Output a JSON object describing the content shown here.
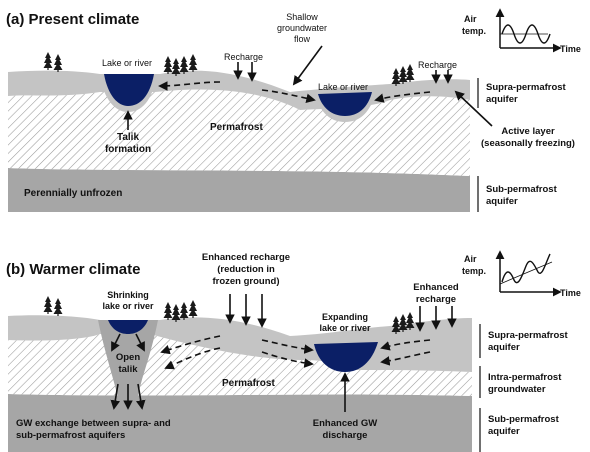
{
  "panel_a": {
    "title": "(a) Present climate",
    "lake_label": "Lake or river",
    "lake2_label": "Lake or river",
    "recharge_1": "Recharge",
    "recharge_2": "Recharge",
    "shallow_flow": [
      "Shallow",
      "groundwater",
      "flow"
    ],
    "talik": [
      "Talik",
      "formation"
    ],
    "permafrost": "Permafrost",
    "perennially_unfrozen": "Perennially unfrozen",
    "active_layer": [
      "Active layer",
      "(seasonally freezing)"
    ],
    "supra_aquifer": [
      "Supra-permafrost",
      "aquifer"
    ],
    "sub_aquifer": [
      "Sub-permafrost",
      "aquifer"
    ],
    "inset": {
      "ylabel": [
        "Air",
        "temp."
      ],
      "xlabel": "Time"
    }
  },
  "panel_b": {
    "title": "(b) Warmer climate",
    "shrinking_lake": [
      "Shrinking",
      "lake or river"
    ],
    "enhanced_recharge_center": [
      "Enhanced recharge",
      "(reduction in",
      "frozen ground)"
    ],
    "expanding_lake": [
      "Expanding",
      "lake or river"
    ],
    "enhanced_recharge_right": [
      "Enhanced",
      "recharge"
    ],
    "open_talik": [
      "Open",
      "talik"
    ],
    "permafrost": "Permafrost",
    "gw_exchange": [
      "GW exchange between supra- and",
      "sub-permafrost aquifers"
    ],
    "enhanced_discharge": [
      "Enhanced GW",
      "discharge"
    ],
    "supra_aquifer": [
      "Supra-permafrost",
      "aquifer"
    ],
    "intra_groundwater": [
      "Intra-permafrost",
      "groundwater"
    ],
    "sub_aquifer": [
      "Sub-permafrost",
      "aquifer"
    ],
    "inset": {
      "ylabel": [
        "Air",
        "temp."
      ],
      "xlabel": "Time"
    }
  },
  "colors": {
    "aquifer": "#c4c4c4",
    "permafrost_fill": "#ffffff",
    "hatch": "#9a9a9a",
    "unfrozen": "#a6a6a6",
    "lake": "#0b1f66",
    "tree": "#1a1a1a"
  }
}
